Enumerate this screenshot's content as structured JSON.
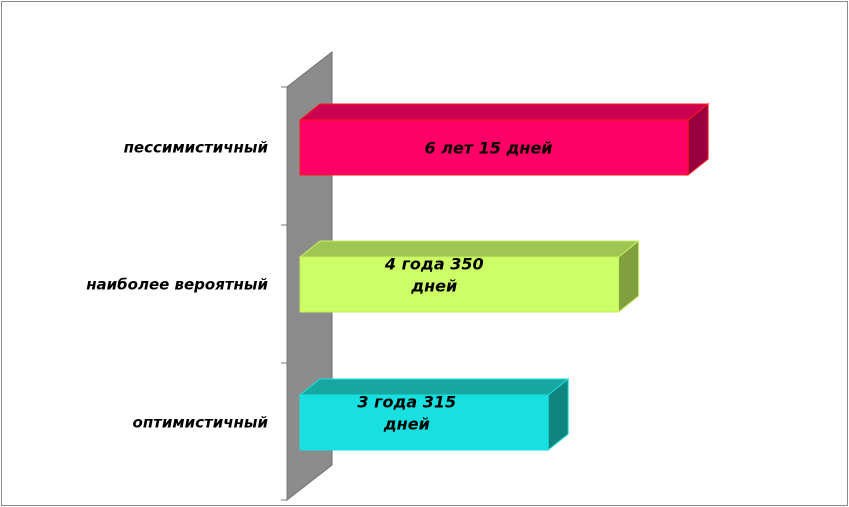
{
  "chart_data": {
    "type": "bar",
    "orientation": "horizontal",
    "style": "3d",
    "title": "",
    "xlabel": "",
    "ylabel": "",
    "grid": false,
    "legend": "none",
    "categories": [
      "пессимистичный",
      "наиболее вероятный",
      "оптимистичный"
    ],
    "values": [
      2205,
      1810,
      1410
    ],
    "value_unit": "days",
    "data_labels": [
      [
        "6 лет 15 дней"
      ],
      [
        "4 года 350",
        "дней"
      ],
      [
        "3 года 315",
        "дней"
      ]
    ],
    "bar_colors": [
      {
        "front": "#ff0066",
        "top": "#cc0050",
        "side": "#990040",
        "stroke": "#ff1a1a"
      },
      {
        "front": "#ccff66",
        "top": "#9fc552",
        "side": "#7fa03c",
        "stroke": "#c7ee63"
      },
      {
        "front": "#19e0e0",
        "top": "#16a8a0",
        "side": "#10857f",
        "stroke": "#19e0e0"
      }
    ],
    "wall_color": "#8c8c8c"
  }
}
